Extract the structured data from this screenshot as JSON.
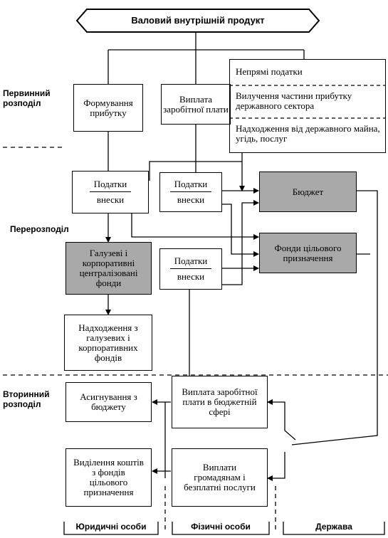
{
  "title": "Валовий внутрішній продукт",
  "stages": {
    "primary": "Первинний розподіл",
    "redistribution": "Перерозподіл",
    "secondary": "Вторинний розподіл"
  },
  "boxes": {
    "profit_formation": "Формування прибутку",
    "wage_payment": "Виплата заробітної плати",
    "indirect_taxes": "Непрямі податки",
    "profit_withdrawal": "Вилучення частини прибутку державного сектора",
    "state_property_income": "Надходження від державного майна, угідь, послуг",
    "taxes_1_top": "Податки",
    "taxes_1_bottom": "внески",
    "taxes_2_top": "Податки",
    "taxes_2_bottom": "внески",
    "taxes_3_top": "Податки",
    "taxes_3_bottom": "внески",
    "budget": "Бюджет",
    "target_funds": "Фонди цільового призначення",
    "sector_funds": "Галузеві і корпоративні централізовані фонди",
    "income_from_funds": "Надходження з галузевих і корпоративних фондів",
    "budget_allocations": "Асигнування з бюджету",
    "public_wages": "Виплата заробітної плати в бюджетній сфері",
    "fund_allocation": "Виділення коштів з фондів цільового призначення",
    "citizen_payments": "Виплати громадянам і безплатні послуги"
  },
  "columns": {
    "legal": "Юридичні особи",
    "physical": "Фізичні особи",
    "state": "Держава"
  }
}
